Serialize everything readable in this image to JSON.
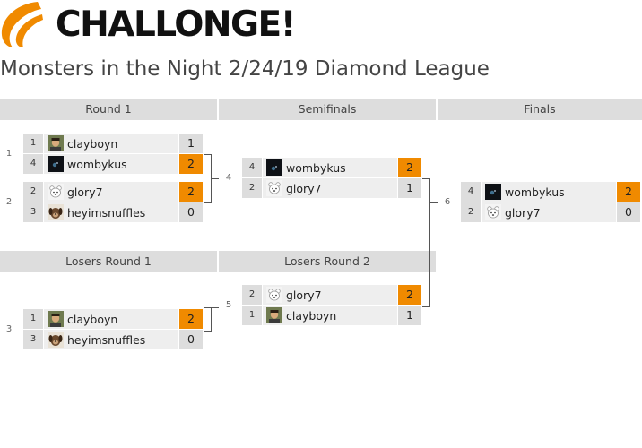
{
  "brand": {
    "name": "CHALLONGE!",
    "accent": "#f08a00"
  },
  "tournament": {
    "title": "Monsters in the Night 2/24/19 Diamond League"
  },
  "rounds": {
    "winners": [
      "Round 1",
      "Semifinals",
      "Finals"
    ],
    "losers": [
      "Losers Round 1",
      "Losers Round 2"
    ]
  },
  "matches": {
    "m1": {
      "number": "1",
      "players": [
        {
          "seed": "1",
          "name": "clayboyn",
          "score": "1",
          "winner": false,
          "avatar": "clay"
        },
        {
          "seed": "4",
          "name": "wombykus",
          "score": "2",
          "winner": true,
          "avatar": "womb"
        }
      ]
    },
    "m2": {
      "number": "2",
      "players": [
        {
          "seed": "2",
          "name": "glory7",
          "score": "2",
          "winner": true,
          "avatar": "glory"
        },
        {
          "seed": "3",
          "name": "heyimsnuffles",
          "score": "0",
          "winner": false,
          "avatar": "dog"
        }
      ]
    },
    "m4": {
      "number": "4",
      "players": [
        {
          "seed": "4",
          "name": "wombykus",
          "score": "2",
          "winner": true,
          "avatar": "womb"
        },
        {
          "seed": "2",
          "name": "glory7",
          "score": "1",
          "winner": false,
          "avatar": "glory"
        }
      ]
    },
    "m6": {
      "number": "6",
      "players": [
        {
          "seed": "4",
          "name": "wombykus",
          "score": "2",
          "winner": true,
          "avatar": "womb"
        },
        {
          "seed": "2",
          "name": "glory7",
          "score": "0",
          "winner": false,
          "avatar": "glory"
        }
      ]
    },
    "m3": {
      "number": "3",
      "players": [
        {
          "seed": "1",
          "name": "clayboyn",
          "score": "2",
          "winner": true,
          "avatar": "clay"
        },
        {
          "seed": "3",
          "name": "heyimsnuffles",
          "score": "0",
          "winner": false,
          "avatar": "dog"
        }
      ]
    },
    "m5": {
      "number": "5",
      "players": [
        {
          "seed": "2",
          "name": "glory7",
          "score": "2",
          "winner": true,
          "avatar": "glory"
        },
        {
          "seed": "1",
          "name": "clayboyn",
          "score": "1",
          "winner": false,
          "avatar": "clay"
        }
      ]
    }
  }
}
